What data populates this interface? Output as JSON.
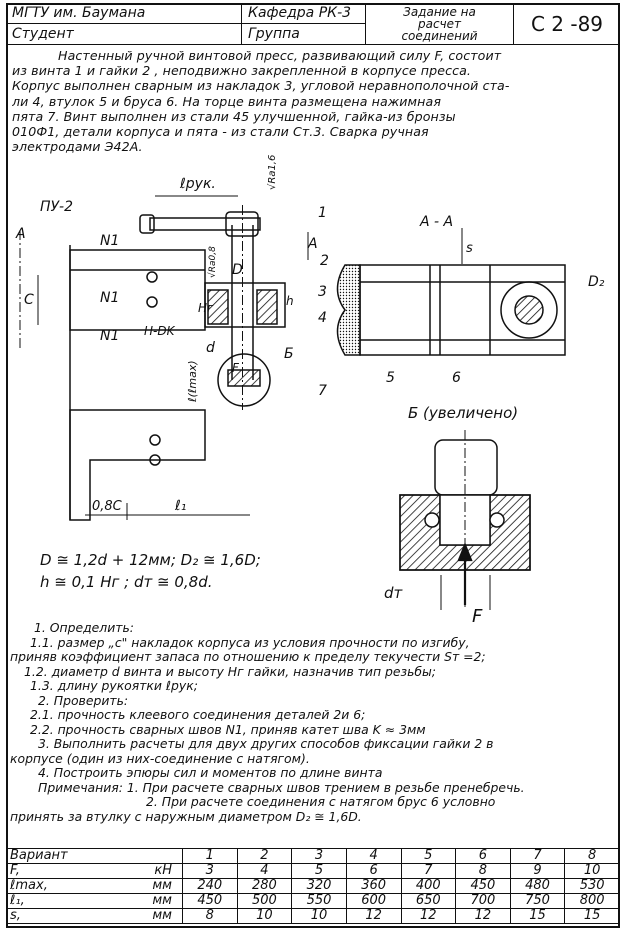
{
  "title_block": {
    "university": "МГТУ им. Баумана",
    "department": "Кафедра РК-3",
    "assignment": [
      "Задание на",
      "расчет",
      "соединений"
    ],
    "code": "С 2 -89",
    "student_label": "Студент",
    "group_label": "Группа"
  },
  "description_lines": [
    "Настенный ручной винтовой пресс, развивающий силу F, состоит",
    "из винта 1 и гайки 2 , неподвижно закрепленной в корпусе пресса.",
    "Корпус выполнен сварным из накладок 3, угловой неравнополочной ста-",
    "ли 4, втулок 5 и бруса 6. На торце винта размещена нажимная",
    "пята 7. Винт выполнен из стали 45 улучшенной, гайка-из бронзы",
    "010Ф1, детали корпуса и пята - из стали Ст.3. Сварка ручная",
    "электродами Э42А."
  ],
  "drawing_labels": {
    "pu": "ПУ-2",
    "l_ruk": "ℓрук.",
    "ra16": "√Ra1,6",
    "ra08": "√Ra0,8",
    "n1": "N1",
    "c": "C",
    "d1": "D",
    "hr": "Hг",
    "h": "h",
    "hdk": "H-DK",
    "d": "d",
    "lmax": "ℓ(ℓmax)",
    "b": "Б",
    "f": "F",
    "aa": "А - А",
    "a": "А",
    "s": "s",
    "d2": "D₂",
    "b_zoom": "Б (увеличено)",
    "dt": "dт",
    "dim_08c": "0,8С",
    "l1": "ℓ₁",
    "parts": [
      "1",
      "2",
      "3",
      "4",
      "5",
      "6",
      "7"
    ]
  },
  "formulas": [
    "D ≅ 1,2d + 12мм;   D₂ ≅ 1,6D;",
    "h ≅ 0,1 Hг ;         dт ≅ 0,8d."
  ],
  "task_lines": [
    "1. Определить:",
    "1.1. размер „с\" накладок корпуса из условия прочности по изгибу,",
    "приняв коэффициент запаса по отношению к пределу текучести Sт =2;",
    "1.2. диаметр d винта и высоту Hг гайки, назначив тип резьбы;",
    "1.3. длину рукоятки ℓрук;",
    "2. Проверить:",
    "2.1. прочность клеевого соединения деталей 2и 6;",
    "2.2. прочность сварных швов N1, приняв катет шва  K ≈ 3мм",
    "3. Выполнить расчеты для двух других способов фиксации гайки 2 в",
    "корпусе (один из них-соединение с натягом).",
    "4. Построить эпюры сил и моментов по длине винта",
    "Примечания: 1. При расчете сварных швов трением в резьбе пренебречь.",
    "2. При расчете соединения с натягом брус 6 условно",
    "принять за втулку с наружным диаметром  D₂ ≅ 1,6D."
  ],
  "variants": {
    "header": {
      "name": "Вариант",
      "unit": "",
      "values": [
        "1",
        "2",
        "3",
        "4",
        "5",
        "6",
        "7",
        "8"
      ]
    },
    "rows": [
      {
        "name": "F,",
        "unit": "кН",
        "values": [
          "3",
          "4",
          "5",
          "6",
          "7",
          "8",
          "9",
          "10"
        ]
      },
      {
        "name": "ℓmax,",
        "unit": "мм",
        "values": [
          "240",
          "280",
          "320",
          "360",
          "400",
          "450",
          "480",
          "530"
        ]
      },
      {
        "name": "ℓ₁,",
        "unit": "мм",
        "values": [
          "450",
          "500",
          "550",
          "600",
          "650",
          "700",
          "750",
          "800"
        ]
      },
      {
        "name": "s,",
        "unit": "мм",
        "values": [
          "8",
          "10",
          "10",
          "12",
          "12",
          "12",
          "15",
          "15"
        ]
      }
    ]
  }
}
